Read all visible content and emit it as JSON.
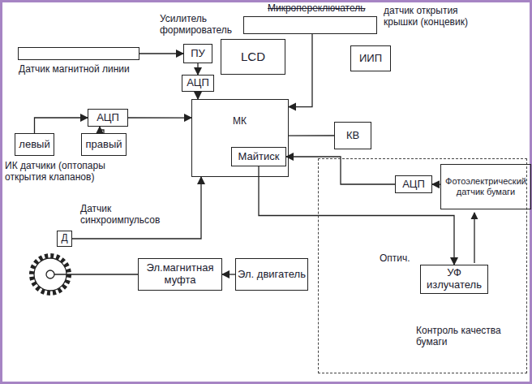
{
  "diagram": {
    "nodes": [
      {
        "text": [
          "датчик открытия крышки (концевик)"
        ]
      },
      {
        "text": [
          "Датчик магнитной линии"
        ]
      },
      {
        "text": [
          "Усилитель формирователь",
          "ПУ"
        ]
      },
      {
        "text": [
          "АЦП"
        ]
      },
      {
        "text": [
          "LCD"
        ]
      },
      {
        "text": [
          "ИИП"
        ]
      },
      {
        "text": [
          "АЦП"
        ]
      },
      {
        "text": [
          "МК"
        ]
      },
      {
        "text": [
          "Майтиск"
        ],
        "in": 7
      },
      {
        "text": [
          "КВ"
        ]
      },
      {
        "text": [
          "левый"
        ]
      },
      {
        "text": [
          "правый"
        ]
      },
      {
        "text": [
          "Датчик синхроимпульсов",
          "Д"
        ]
      },
      {
        "text": [
          "Эл.магнитная муфта"
        ]
      },
      {
        "text": [
          "Эл. двигатель"
        ]
      },
      {
        "text": [
          "Контроль качества бумаги"
        ]
      },
      {
        "text": [
          "АЦП"
        ],
        "in": 15
      },
      {
        "text": [
          "Фотоэлектрический датчик бумаги"
        ],
        "in": 15
      },
      {
        "text": [
          "УФ излучатель"
        ],
        "in": 15
      }
    ],
    "edges": [
      {
        "from": 1,
        "to": 2,
        "arrow": "to"
      },
      {
        "from": 2,
        "to": 3,
        "arrow": "to"
      },
      {
        "from": 3,
        "to": 7,
        "arrow": "to"
      },
      {
        "from": 0,
        "to": 7,
        "arrow": "to"
      },
      {
        "from": 10,
        "to": 6,
        "arrow": "to"
      },
      {
        "from": 11,
        "to": 6,
        "arrow": "to"
      },
      {
        "from": 6,
        "to": 7,
        "arrow": "to"
      },
      {
        "from": 9,
        "to": 7,
        "arrow": "none"
      },
      {
        "from": 12,
        "to": 7,
        "arrow": "to"
      },
      {
        "from": 14,
        "to": 13,
        "arrow": "to"
      },
      {
        "from": 17,
        "to": 16,
        "arrow": "to"
      },
      {
        "from": 16,
        "to": 8,
        "arrow": "to"
      },
      {
        "from": 8,
        "to": 18,
        "arrow": "to"
      }
    ],
    "labels": [
      "Микропереключатель",
      "ИК датчики (оптопары открытия клапанов)",
      "Оптич."
    ]
  }
}
